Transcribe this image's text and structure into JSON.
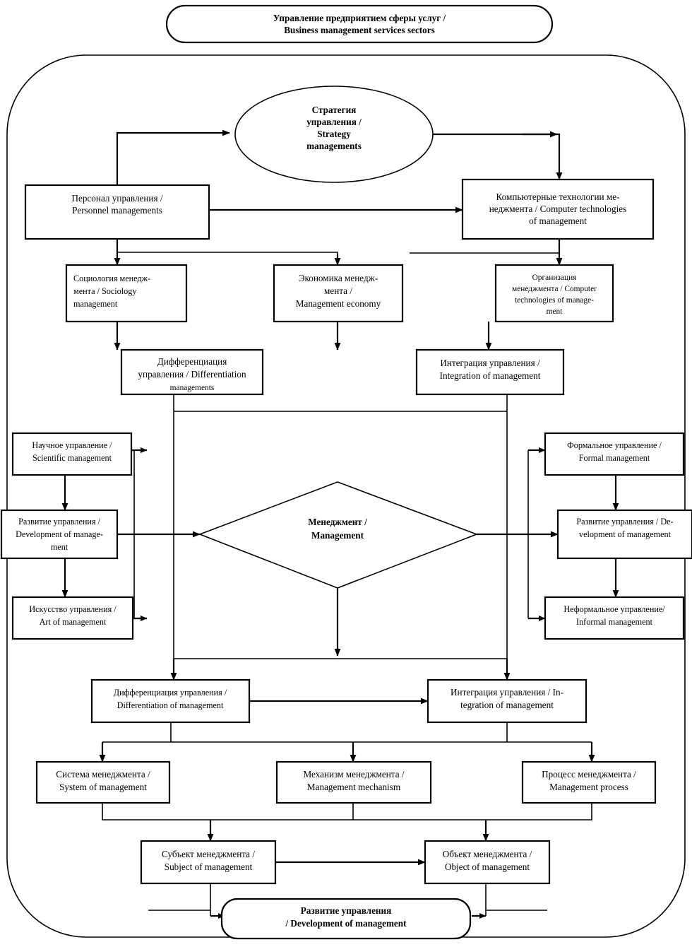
{
  "diagram": {
    "title_box": {
      "line1": "Управление предприятием сферы услуг /",
      "line2": "Business management services sectors"
    },
    "strategy_ellipse": {
      "line1": "Стратегия",
      "line2": "управления /",
      "line3": "Strategy",
      "line4": "managements"
    },
    "row_personnel": {
      "personnel": {
        "line1": "Персонал управления /",
        "line2": "Personnel managements"
      },
      "computer_tech": {
        "line1": "Компьютерные технологии ме-",
        "line2": "неджмента / Computer technologies",
        "line3": "of management"
      }
    },
    "row_disciplines": {
      "sociology": {
        "line1": "Социология менедж-",
        "line2": "мента / Sociology",
        "line3": "management"
      },
      "economy": {
        "line1": "Экономика менедж-",
        "line2": "мента /",
        "line3": "Management economy"
      },
      "organization": {
        "line1": "Организация",
        "line2": "менеджмента / Computer",
        "line3": "technologies of manage-",
        "line4": "ment"
      }
    },
    "row_diff_integ_upper": {
      "differentiation": {
        "line1": "Дифференциация",
        "line2": "управления / Differentiation",
        "line3": "managements"
      },
      "integration": {
        "line1": "Интеграция управления /",
        "line2": "Integration of management"
      }
    },
    "left_column": [
      {
        "line1": "Научное управление  /",
        "line2": "Scientific management"
      },
      {
        "line1": "Развитие управления  /",
        "line2": "Development of manage-",
        "line3": "ment"
      },
      {
        "line1": "Искусство управления  /",
        "line2": "Art of management"
      }
    ],
    "right_column": [
      {
        "line1": "Формальное управление /",
        "line2": "Formal management"
      },
      {
        "line1": "Развитие управления  / De-",
        "line2": "velopment of management"
      },
      {
        "line1": "Неформальное управление/",
        "line2": "Informal management"
      }
    ],
    "center_diamond": {
      "line1": "Менеджмент /",
      "line2": "Management"
    },
    "row_diff_integ_lower": {
      "differentiation": {
        "line1": "Дифференциация управления /",
        "line2": "Differentiation of management"
      },
      "integration": {
        "line1": "Интеграция управления /  In-",
        "line2": "tegration of management"
      }
    },
    "row_system": {
      "system": {
        "line1": "Система менеджмента /",
        "line2": "System of management"
      },
      "mechanism": {
        "line1": "Механизм менеджмента /",
        "line2": "Management mechanism"
      },
      "process": {
        "line1": "Процесс менеджмента /",
        "line2": "Management process"
      }
    },
    "row_subject_object": {
      "subject": {
        "line1": "Субъект менеджмента /",
        "line2": "Subject of management"
      },
      "object": {
        "line1": "Объект менеджмента /",
        "line2": "Object of management"
      }
    },
    "bottom_box": {
      "line1": "Развитие управления",
      "line2": "/ Development of management"
    },
    "colors": {
      "stroke": "#000000",
      "fill": "#ffffff"
    }
  }
}
